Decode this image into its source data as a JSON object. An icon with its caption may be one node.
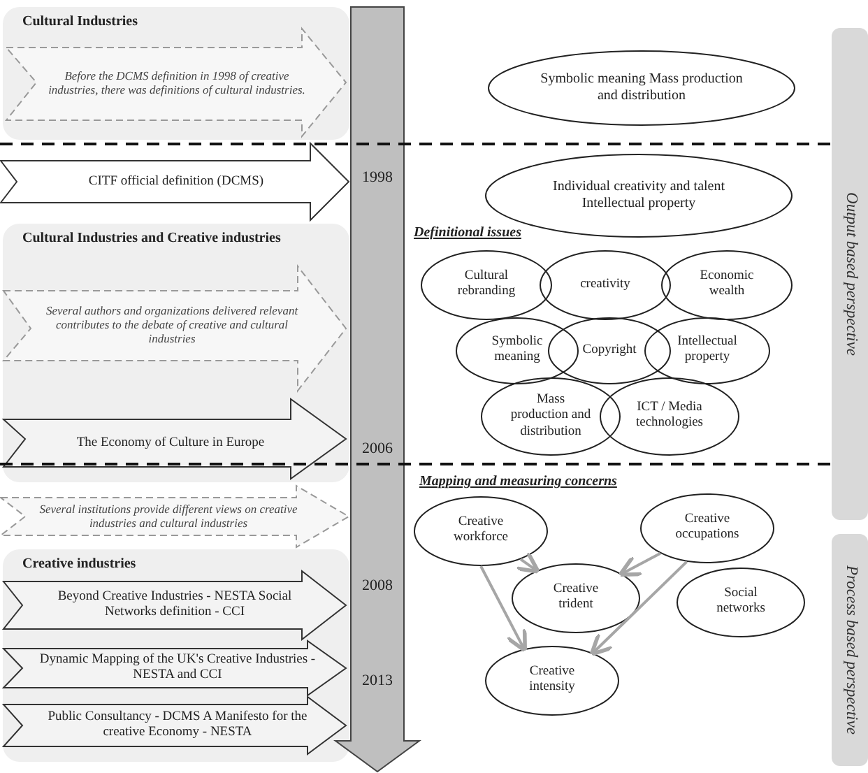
{
  "diagram": {
    "nodes": [
      {
        "text": [
          "Cultural Industries"
        ]
      },
      {
        "text": [
          "Before the DCMS definition in 1998 of creative industries, there was definitions of cultural industries."
        ],
        "in": 0
      },
      {
        "text": [
          "CITF official definition (DCMS)"
        ]
      },
      {
        "text": [
          "Cultural Industries and Creative industries"
        ]
      },
      {
        "text": [
          "Several authors and organizations delivered relevant contributes to the debate of creative and cultural industries"
        ],
        "in": 3
      },
      {
        "text": [
          "The Economy of Culture in Europe"
        ],
        "in": 3
      },
      {
        "text": [
          "Several institutions provide different views on creative industries and cultural industries"
        ]
      },
      {
        "text": [
          "Creative industries"
        ]
      },
      {
        "text": [
          "Beyond Creative Industries - NESTA Social Networks definition - CCI"
        ],
        "in": 7
      },
      {
        "text": [
          "Dynamic Mapping of the UK's Creative Industries - NESTA and CCI"
        ],
        "in": 7
      },
      {
        "text": [
          "Public Consultancy  - DCMS A Manifesto for the creative Economy - NESTA"
        ],
        "in": 7
      },
      {
        "text": [
          "1998",
          "2006",
          "2008",
          "2013"
        ]
      },
      {
        "text": [
          "Symbolic meaning Mass production and distribution"
        ]
      },
      {
        "text": [
          "Individual creativity and talent Intellectual property"
        ]
      },
      {
        "text": [
          "Cultural rebranding"
        ]
      },
      {
        "text": [
          "creativity"
        ]
      },
      {
        "text": [
          "Economic wealth"
        ]
      },
      {
        "text": [
          "Symbolic meaning"
        ]
      },
      {
        "text": [
          "Copyright"
        ]
      },
      {
        "text": [
          "Intellectual property"
        ]
      },
      {
        "text": [
          "Mass production and distribution"
        ]
      },
      {
        "text": [
          "ICT / Media technologies"
        ]
      },
      {
        "text": [
          "Creative workforce"
        ]
      },
      {
        "text": [
          "Creative occupations"
        ]
      },
      {
        "text": [
          "Creative trident"
        ]
      },
      {
        "text": [
          "Social networks"
        ]
      },
      {
        "text": [
          "Creative intensity"
        ]
      },
      {
        "text": [
          "Output based perspective"
        ]
      },
      {
        "text": [
          "Process based perspective"
        ]
      }
    ],
    "edges": [
      {
        "from": 22,
        "to": 24,
        "arrow": "to"
      },
      {
        "from": 23,
        "to": 24,
        "arrow": "to"
      },
      {
        "from": 22,
        "to": 26,
        "arrow": "to"
      },
      {
        "from": 23,
        "to": 26,
        "arrow": "to"
      }
    ],
    "labels": [
      "Definitional issues",
      "Mapping and measuring concerns"
    ]
  }
}
